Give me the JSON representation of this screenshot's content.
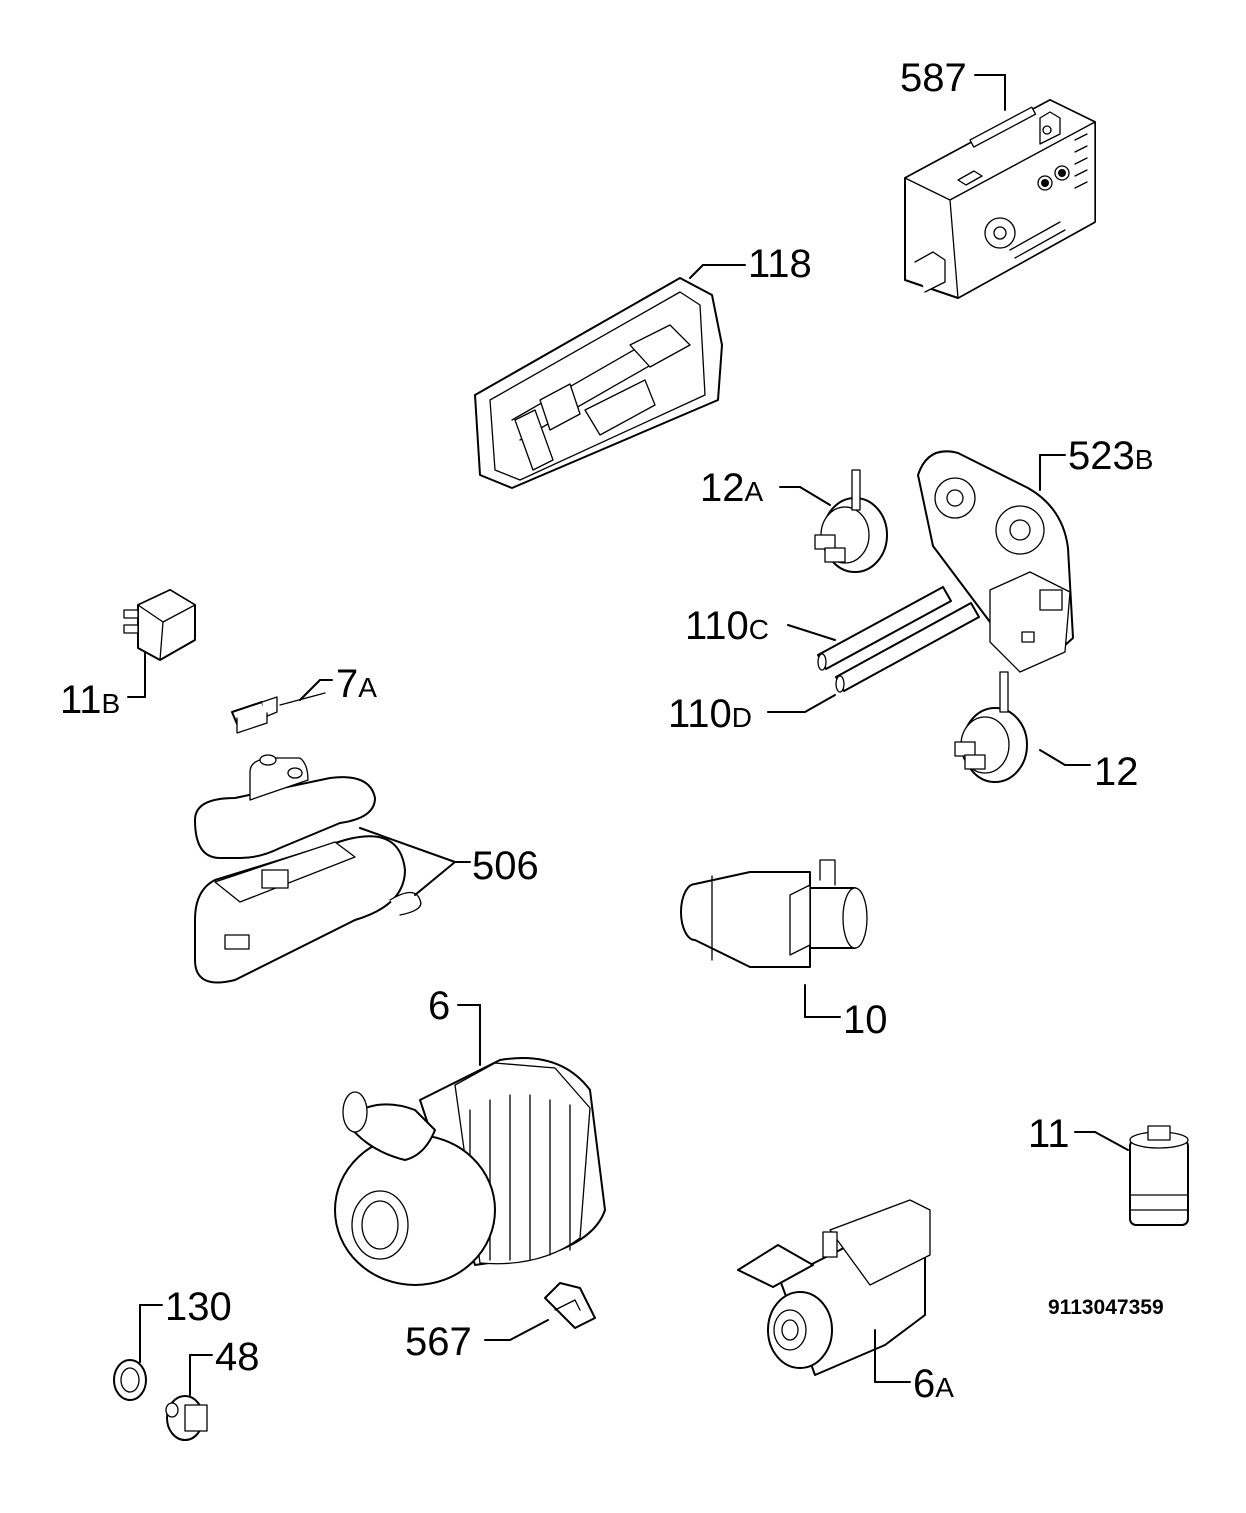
{
  "labels": {
    "p587": "587",
    "p118": "118",
    "p523b_num": "523",
    "p523b_suf": "B",
    "p12a_num": "12",
    "p12a_suf": "A",
    "p110c_num": "110",
    "p110c_suf": "C",
    "p110d_num": "110",
    "p110d_suf": "D",
    "p12": "12",
    "p11b_num": "11",
    "p11b_suf": "B",
    "p7a_num": "7",
    "p7a_suf": "A",
    "p506": "506",
    "p10": "10",
    "p6": "6",
    "p11": "11",
    "p130": "130",
    "p48": "48",
    "p567": "567",
    "p6a_num": "6",
    "p6a_suf": "A"
  },
  "drawing_code": "9113047359"
}
